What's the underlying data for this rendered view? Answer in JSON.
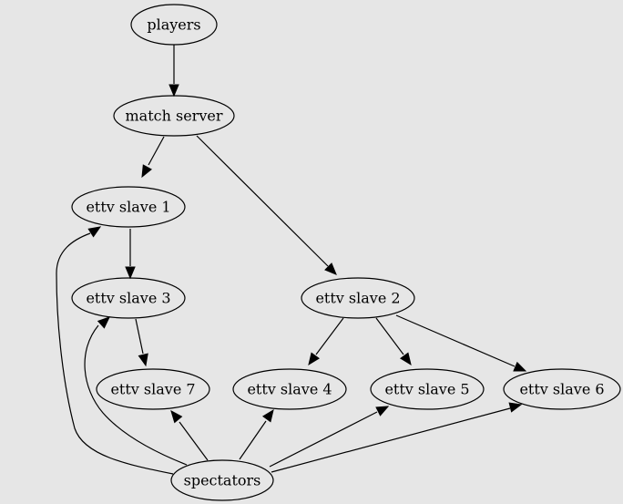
{
  "colors": {
    "background": "#e6e6e6",
    "stroke": "#000000"
  },
  "nodes": {
    "players": "players",
    "match_server": "match server",
    "ettv_slave_1": "ettv slave 1",
    "ettv_slave_2": "ettv slave 2",
    "ettv_slave_3": "ettv slave 3",
    "ettv_slave_4": "ettv slave 4",
    "ettv_slave_5": "ettv slave 5",
    "ettv_slave_6": "ettv slave 6",
    "ettv_slave_7": "ettv slave 7",
    "spectators": "spectators"
  },
  "edges": [
    {
      "from": "players",
      "to": "match_server"
    },
    {
      "from": "match_server",
      "to": "ettv_slave_1"
    },
    {
      "from": "match_server",
      "to": "ettv_slave_2"
    },
    {
      "from": "ettv_slave_1",
      "to": "ettv_slave_3"
    },
    {
      "from": "ettv_slave_3",
      "to": "ettv_slave_7"
    },
    {
      "from": "ettv_slave_2",
      "to": "ettv_slave_4"
    },
    {
      "from": "ettv_slave_2",
      "to": "ettv_slave_5"
    },
    {
      "from": "ettv_slave_2",
      "to": "ettv_slave_6"
    },
    {
      "from": "spectators",
      "to": "ettv_slave_1"
    },
    {
      "from": "spectators",
      "to": "ettv_slave_3"
    },
    {
      "from": "spectators",
      "to": "ettv_slave_7"
    },
    {
      "from": "spectators",
      "to": "ettv_slave_4"
    },
    {
      "from": "spectators",
      "to": "ettv_slave_5"
    },
    {
      "from": "spectators",
      "to": "ettv_slave_6"
    }
  ]
}
